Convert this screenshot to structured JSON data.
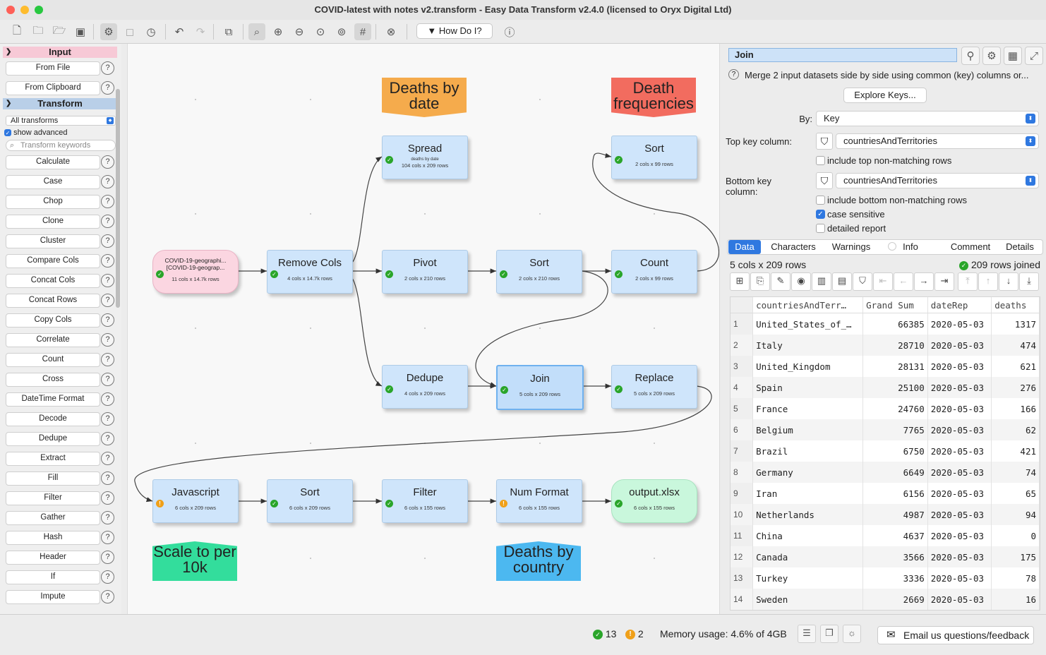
{
  "window": {
    "title": "COVID-latest with notes v2.transform - Easy Data Transform v2.4.0 (licensed to Oryx Digital Ltd)"
  },
  "toolbar": {
    "icons": [
      "new-file-icon",
      "open-folder-icon",
      "open-recent-icon",
      "save-icon",
      "settings-icon",
      "stop-icon",
      "history-icon",
      "undo-icon",
      "redo-icon",
      "duplicate-icon",
      "zoom-select-icon",
      "zoom-in-icon",
      "zoom-out-icon",
      "zoom-fit-icon",
      "zoom-reset-icon",
      "grid-icon",
      "cancel-icon",
      "help-icon"
    ],
    "how_do_i": "How Do I?"
  },
  "left_panel": {
    "input_header": "Input",
    "input_buttons": [
      "From File",
      "From Clipboard"
    ],
    "transform_header": "Transform",
    "filter_select": "All transforms",
    "show_advanced": "show advanced",
    "search_placeholder": "Transform keywords",
    "transforms": [
      "Calculate",
      "Case",
      "Chop",
      "Clone",
      "Cluster",
      "Compare Cols",
      "Concat Cols",
      "Concat Rows",
      "Copy Cols",
      "Correlate",
      "Count",
      "Cross",
      "DateTime Format",
      "Decode",
      "Dedupe",
      "Extract",
      "Fill",
      "Filter",
      "Gather",
      "Hash",
      "Header",
      "If",
      "Impute"
    ]
  },
  "canvas": {
    "notes": [
      {
        "text": "Deaths by date",
        "color": "#f5ab4c"
      },
      {
        "text": "Death frequencies",
        "color": "#f26c5f"
      },
      {
        "text": "Scale to per 10k",
        "color": "#33dd9c"
      },
      {
        "text": "Deaths by country",
        "color": "#4cb8f0"
      }
    ],
    "nodes": {
      "input": {
        "title": "COVID-19-geographi...",
        "title2": "[COVID-19-geograp...",
        "sub": "11 cols x 14.7k rows"
      },
      "remove_cols": {
        "title": "Remove Cols",
        "sub": "4 cols x 14.7k rows"
      },
      "spread": {
        "title": "Spread",
        "sub2": "deaths by date",
        "sub": "104 cols x 209 rows"
      },
      "pivot": {
        "title": "Pivot",
        "sub": "2 cols x 210 rows"
      },
      "sort1": {
        "title": "Sort",
        "sub": "2 cols x 210 rows"
      },
      "count": {
        "title": "Count",
        "sub": "2 cols x 99 rows"
      },
      "sort_top": {
        "title": "Sort",
        "sub": "2 cols x 99 rows"
      },
      "dedupe": {
        "title": "Dedupe",
        "sub": "4 cols x 209 rows"
      },
      "join": {
        "title": "Join",
        "sub": "5 cols x 209 rows"
      },
      "replace": {
        "title": "Replace",
        "sub": "5 cols x 209 rows"
      },
      "javascript": {
        "title": "Javascript",
        "sub": "6 cols x 209 rows"
      },
      "sort2": {
        "title": "Sort",
        "sub": "6 cols x 209 rows"
      },
      "filter": {
        "title": "Filter",
        "sub": "6 cols x 155 rows"
      },
      "num_format": {
        "title": "Num Format",
        "sub": "6 cols x 155 rows"
      },
      "output": {
        "title": "output.xlsx",
        "sub": "6 cols x 155 rows"
      }
    }
  },
  "right_panel": {
    "name": "Join",
    "description": "Merge 2 input datasets side by side using common (key) columns or...",
    "explore_keys": "Explore Keys...",
    "by_label": "By:",
    "by_value": "Key",
    "top_key_label": "Top key column:",
    "top_key_value": "countriesAndTerritories",
    "include_top": "include top non-matching rows",
    "bottom_key_label": "Bottom key column:",
    "bottom_key_value": "countriesAndTerritories",
    "include_bottom": "include bottom non-matching rows",
    "case_sensitive": "case sensitive",
    "detailed_report": "detailed report",
    "tabs": [
      "Data",
      "Characters",
      "Warnings",
      "Info",
      "Comment",
      "Details"
    ],
    "shape": "5 cols x 209 rows",
    "joined": "209 rows joined",
    "table": {
      "headers": [
        "countriesAndTerr…",
        "Grand Sum",
        "dateRep",
        "deaths"
      ],
      "rows": [
        [
          "1",
          "United_States_of_…",
          "66385",
          "2020-05-03",
          "1317"
        ],
        [
          "2",
          "Italy",
          "28710",
          "2020-05-03",
          "474"
        ],
        [
          "3",
          "United_Kingdom",
          "28131",
          "2020-05-03",
          "621"
        ],
        [
          "4",
          "Spain",
          "25100",
          "2020-05-03",
          "276"
        ],
        [
          "5",
          "France",
          "24760",
          "2020-05-03",
          "166"
        ],
        [
          "6",
          "Belgium",
          "7765",
          "2020-05-03",
          "62"
        ],
        [
          "7",
          "Brazil",
          "6750",
          "2020-05-03",
          "421"
        ],
        [
          "8",
          "Germany",
          "6649",
          "2020-05-03",
          "74"
        ],
        [
          "9",
          "Iran",
          "6156",
          "2020-05-03",
          "65"
        ],
        [
          "10",
          "Netherlands",
          "4987",
          "2020-05-03",
          "94"
        ],
        [
          "11",
          "China",
          "4637",
          "2020-05-03",
          "0"
        ],
        [
          "12",
          "Canada",
          "3566",
          "2020-05-03",
          "175"
        ],
        [
          "13",
          "Turkey",
          "3336",
          "2020-05-03",
          "78"
        ],
        [
          "14",
          "Sweden",
          "2669",
          "2020-05-03",
          "16"
        ]
      ]
    }
  },
  "status_bar": {
    "ok_count": "13",
    "warn_count": "2",
    "memory": "Memory usage: 4.6% of 4GB",
    "email": "Email us questions/feedback"
  }
}
